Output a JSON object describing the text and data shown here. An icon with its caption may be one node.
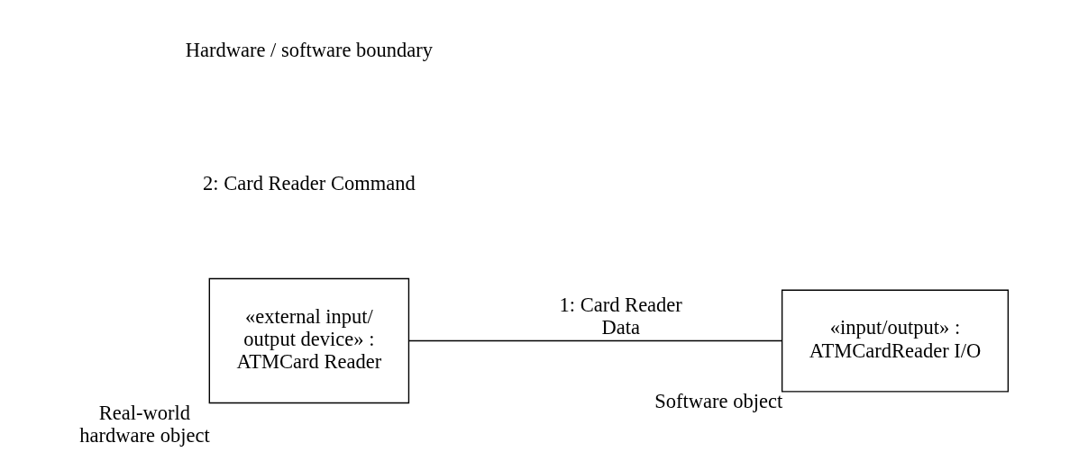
{
  "diagram": {
    "nodes": [
      {
        "text": [
          "«external input/ output device» : ATMCard Reader"
        ],
        "beside": [
          "Real-world hardware object"
        ]
      },
      {
        "text": [
          "«input/output» : ATMCardReader I/O"
        ],
        "beside": [
          "Software object"
        ]
      }
    ],
    "edges": [
      {
        "from": 0,
        "to": 1,
        "arrow": "none",
        "label": "1: Card Reader Data"
      }
    ],
    "labels": [
      "2: Card Reader Command",
      "Hardware / software boundary"
    ]
  }
}
